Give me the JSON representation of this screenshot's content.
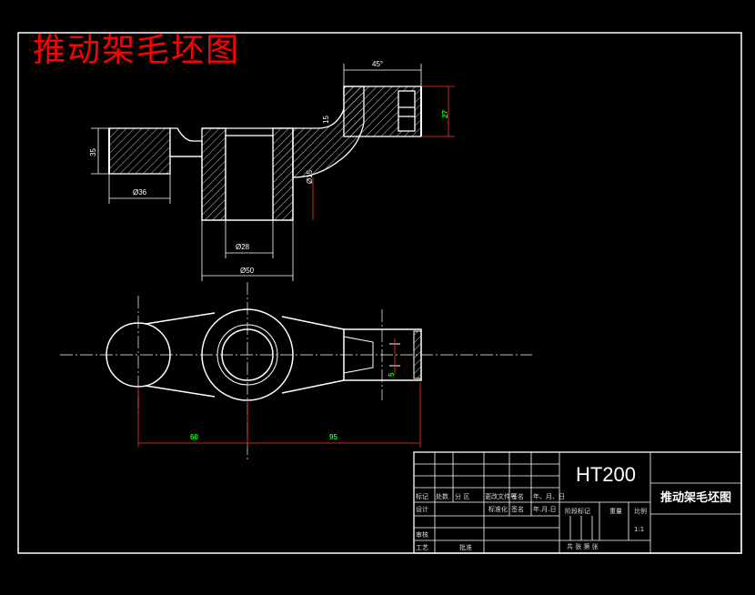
{
  "drawing_title": "推动架毛坯图",
  "title_block": {
    "material": "HT200",
    "part_name": "推动架毛坯图",
    "cells": {
      "biaoji": "标记",
      "chushu": "处数",
      "fenqu": "分  区",
      "wenjian": "更改文件号",
      "qianming": "签名",
      "riqi": "年、月、日",
      "sheji": "设计",
      "biaozhunhua": "标准化",
      "qianming2": "签名",
      "riqi2": "年.月.日",
      "jieduan": "阶段标记",
      "zhongliang": "重量",
      "bili": "比例",
      "shenhe": "审核",
      "gongyi": "工艺",
      "pizhun": "批准",
      "scale": "1:1",
      "sheets": "共    张  第    张"
    }
  },
  "dimensions": {
    "d1": "45°",
    "d2": "27",
    "d3": "35",
    "d4": "Ø36",
    "d5": "Ø28",
    "d6": "Ø50",
    "d7": "60",
    "d8": "95",
    "d9": "5",
    "d10": "Ø15",
    "d11": "15"
  }
}
